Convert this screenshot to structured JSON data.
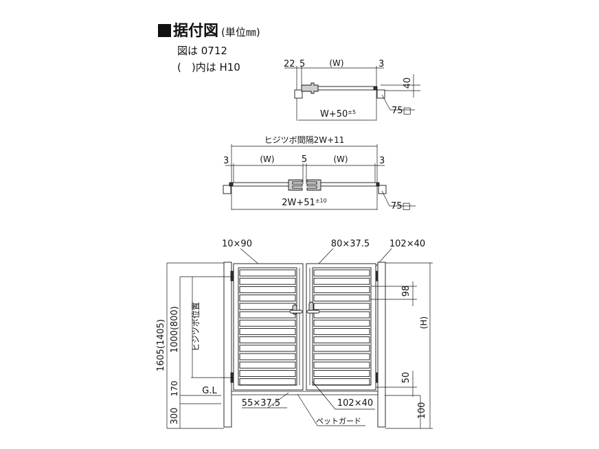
{
  "header": {
    "title": "据付図",
    "unit": "(単位㎜)",
    "note_model": "図は 0712",
    "note_paren": "(　)内は H10"
  },
  "plan_single": {
    "dim_22": "22",
    "dim_5": "5",
    "dim_w": "(W)",
    "dim_3": "3",
    "dim_40": "40",
    "dim_total": "W+50",
    "dim_total_tol": "±5",
    "post_size": "75□"
  },
  "plan_double": {
    "pivot_spacing": "ヒジツボ間隔2W+11",
    "dim_3_left": "3",
    "dim_w_left": "(W)",
    "dim_5": "5",
    "dim_w_right": "(W)",
    "dim_3_right": "3",
    "dim_total": "2W+51",
    "dim_total_tol": "±10",
    "post_size": "75□"
  },
  "elevation": {
    "slat_size": "10×90",
    "top_rail": "80×37.5",
    "post_size": "102×40",
    "dim_98": "98",
    "dim_h": "(H)",
    "dim_50": "50",
    "dim_100": "100",
    "total_height": "1605(1405)",
    "pivot_height": "1000(800)",
    "pivot_label": "ヒジツボ位置",
    "dim_170": "170",
    "dim_300": "300",
    "gl": "G.L",
    "bottom_rail": "55×37.5",
    "frame_size": "102×40",
    "pet_guard": "ペットガード"
  }
}
